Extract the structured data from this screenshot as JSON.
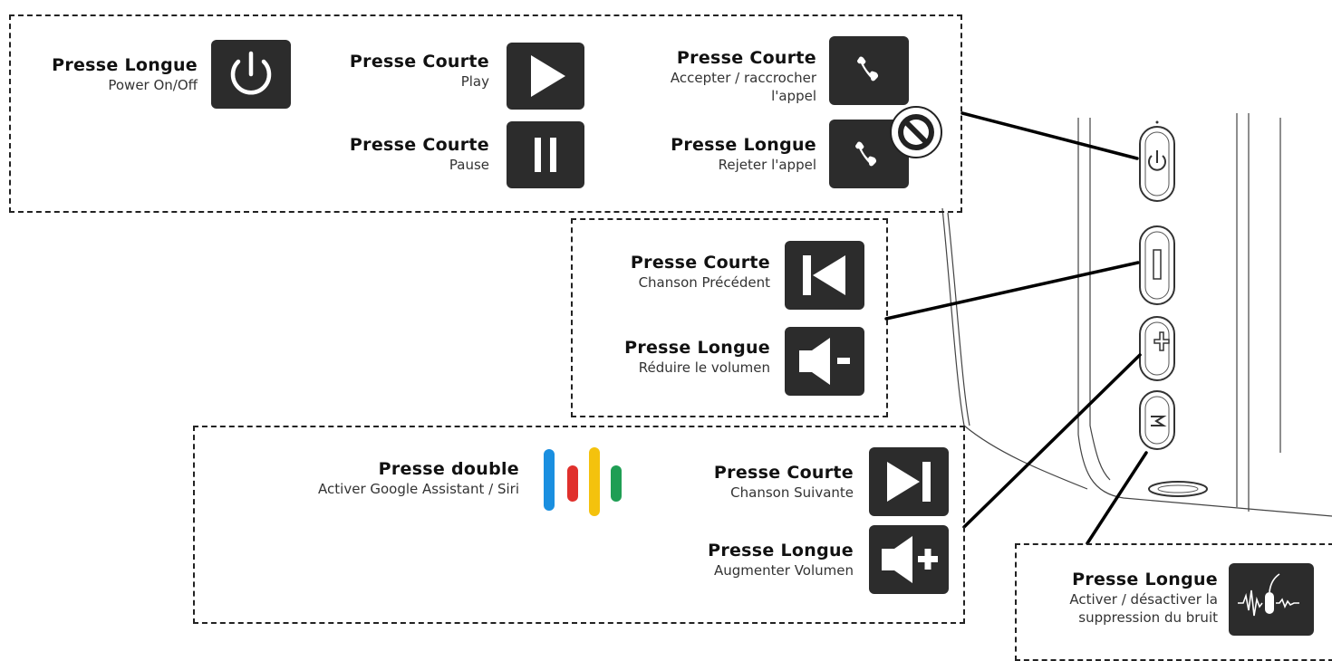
{
  "groups": {
    "power": {
      "power": {
        "title": "Presse Longue",
        "desc": "Power On/Off",
        "icon": "power-icon"
      },
      "play": {
        "title": "Presse Courte",
        "desc": "Play",
        "icon": "play-icon"
      },
      "pause": {
        "title": "Presse Courte",
        "desc": "Pause",
        "icon": "pause-icon"
      },
      "accept_call": {
        "title": "Presse Courte",
        "desc1": "Accepter / raccrocher",
        "desc2": "l'appel",
        "icon": "phone-icon"
      },
      "reject_call": {
        "title": "Presse Longue",
        "desc": "Rejeter l'appel",
        "icon": "phone-reject-icon"
      }
    },
    "minus": {
      "prev": {
        "title": "Presse Courte",
        "desc": "Chanson Précédent",
        "icon": "previous-track-icon"
      },
      "vol_down": {
        "title": "Presse Longue",
        "desc": "Réduire le volumen",
        "icon": "volume-down-icon"
      }
    },
    "plus": {
      "assistant": {
        "title": "Presse double",
        "desc": "Activer Google Assistant / Siri",
        "icon": "voice-assistant-icon"
      },
      "next": {
        "title": "Presse Courte",
        "desc": "Chanson Suivante",
        "icon": "next-track-icon"
      },
      "vol_up": {
        "title": "Presse Longue",
        "desc": "Augmenter Volumen",
        "icon": "volume-up-icon"
      }
    },
    "mode": {
      "noise": {
        "title": "Presse Longue",
        "desc1": "Activer / désactiver la",
        "desc2": "suppression du bruit",
        "icon": "noise-cancel-icon"
      }
    }
  },
  "device": {
    "button_labels": [
      "power",
      "minus",
      "plus",
      "M"
    ]
  },
  "colors": {
    "icon_bg": "#2c2c2c",
    "assistant_blue": "#1a8fe0",
    "assistant_red": "#e0302c",
    "assistant_yellow": "#f4c20d",
    "assistant_green": "#1f9e54"
  }
}
